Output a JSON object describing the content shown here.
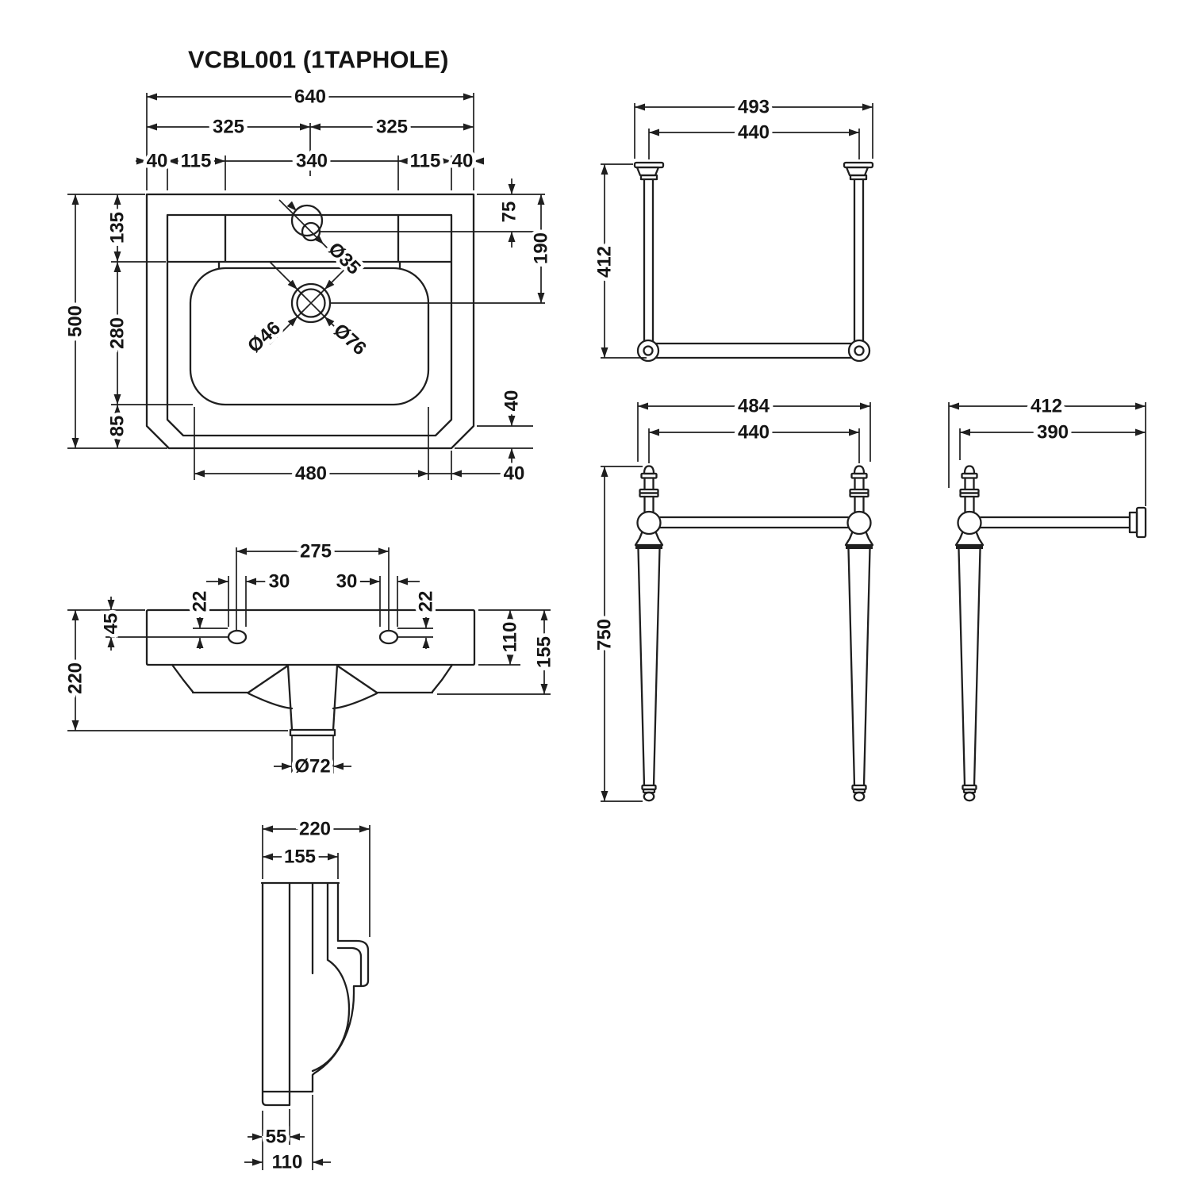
{
  "title": "VCBL001 (1TAPHOLE)",
  "views": {
    "basin_plan": {
      "dims": {
        "overall_width": "640",
        "centre_left": "325",
        "centre_right": "325",
        "edge_left": "40",
        "offset_left": "115",
        "tap_deck": "340",
        "offset_right": "115",
        "edge_right": "40",
        "overall_depth": "500",
        "back_depth": "135",
        "bowl_depth": "280",
        "front_depth": "85",
        "taphole_centre": "75",
        "waste_centre": "190",
        "corner_drop": "40",
        "bowl_width": "480",
        "corner_inset": "40",
        "taphole_dia": "Ø35",
        "waste_inner_dia": "Ø46",
        "waste_outer_dia": "Ø76"
      }
    },
    "basin_front": {
      "dims": {
        "fixing_centres": "275",
        "slot_width_left": "30",
        "slot_width_right": "30",
        "slot_height_left": "22",
        "slot_height_right": "22",
        "fixing_drop": "45",
        "total_height": "220",
        "rim_height": "110",
        "skirt_height": "155",
        "outlet_dia": "Ø72"
      }
    },
    "basin_side": {
      "dims": {
        "total_depth": "220",
        "rim_depth": "155",
        "back_width": "55",
        "base_width": "110"
      }
    },
    "stand_top": {
      "dims": {
        "overall_width": "493",
        "leg_centres": "440",
        "overall_depth": "412"
      }
    },
    "stand_front": {
      "dims": {
        "overall_width": "484",
        "leg_centres": "440",
        "overall_height": "750"
      }
    },
    "stand_side": {
      "dims": {
        "overall_depth": "412",
        "rail_length": "390"
      }
    }
  }
}
